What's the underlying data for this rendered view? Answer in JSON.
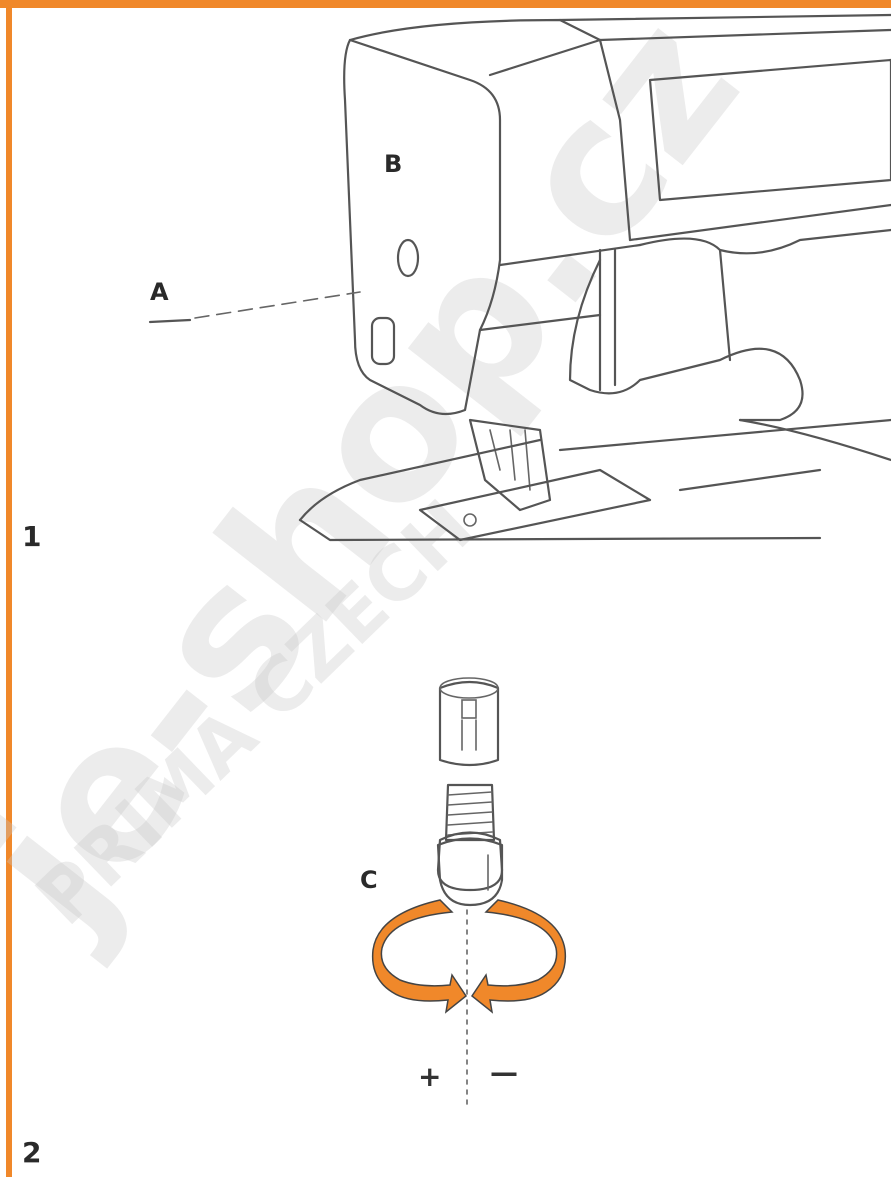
{
  "figure1": {
    "number": "1",
    "label_a": "A",
    "label_b": "B"
  },
  "figure2": {
    "number": "2",
    "label_c": "C",
    "plus_sign": "+",
    "minus_sign": "—"
  },
  "watermark": {
    "main": "je-shop.cz",
    "sub": "PRIMA CZECH"
  },
  "colors": {
    "frame": "#f0882a",
    "arrow": "#f0882a",
    "line_art": "#555555"
  },
  "icons": {
    "rotation_arrows": "rotate-arrows-icon"
  }
}
